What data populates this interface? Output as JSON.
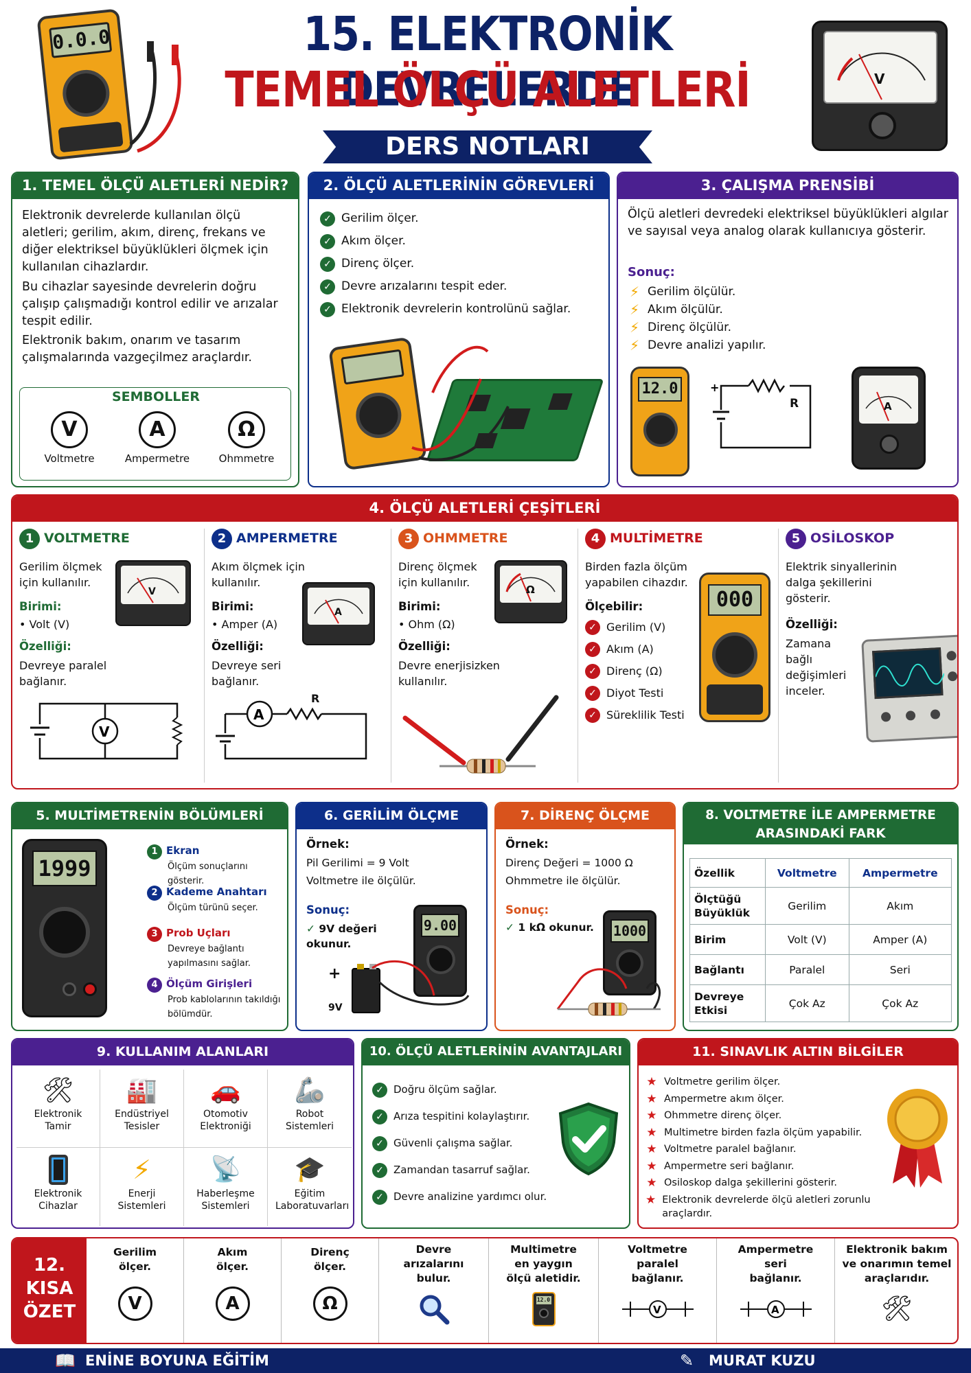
{
  "title": {
    "line1": "15. ELEKTRONİK DEVRELERDE",
    "line2": "TEMEL ÖLÇÜ ALETLERİ",
    "banner": "DERS NOTLARI"
  },
  "s1": {
    "title": "1. TEMEL ÖLÇÜ ALETLERİ NEDİR?",
    "p1": "Elektronik devrelerde kullanılan ölçü aletleri; gerilim, akım, direnç, frekans ve diğer elektriksel büyüklükleri ölçmek için kullanılan cihazlardır.",
    "p2": "Bu cihazlar sayesinde devrelerin doğru çalışıp çalışmadığı kontrol edilir ve arızalar tespit edilir.",
    "p3": "Elektronik bakım, onarım ve tasarım çalışmalarında vazgeçilmez araçlardır.",
    "sym_title": "SEMBOLLER",
    "symbols": [
      {
        "s": "V",
        "label": "Voltmetre"
      },
      {
        "s": "A",
        "label": "Ampermetre"
      },
      {
        "s": "Ω",
        "label": "Ohmmetre"
      }
    ]
  },
  "s2": {
    "title": "2. ÖLÇÜ ALETLERİNİN GÖREVLERİ",
    "items": [
      "Gerilim ölçer.",
      "Akım ölçer.",
      "Direnç ölçer.",
      "Devre arızalarını tespit eder.",
      "Elektronik devrelerin kontrolünü sağlar."
    ]
  },
  "s3": {
    "title": "3. ÇALIŞMA PRENSİBİ",
    "p": "Ölçü aletleri devredeki elektriksel büyüklükleri algılar ve sayısal veya analog olarak kullanıcıya gösterir.",
    "sonuc": "Sonuç:",
    "items": [
      "Gerilim ölçülür.",
      "Akım ölçülür.",
      "Direnç ölçülür.",
      "Devre analizi yapılır."
    ],
    "display": "12.0",
    "r": "R",
    "meter": "A"
  },
  "s4": {
    "title": "4. ÖLÇÜ ALETLERİ ÇEŞİTLERİ",
    "c1": {
      "n": "1",
      "name": "VOLTMETRE",
      "d": "Gerilim ölçmek için kullanılır.",
      "bl": "Birimi:",
      "b": "• Volt (V)",
      "ol": "Özelliği:",
      "o": "Devreye paralel bağlanır.",
      "m": "V"
    },
    "c2": {
      "n": "2",
      "name": "AMPERMETRE",
      "d": "Akım ölçmek için kullanılır.",
      "bl": "Birimi:",
      "b": "• Amper (A)",
      "ol": "Özelliği:",
      "o": "Devreye seri bağlanır.",
      "m": "A",
      "r": "R"
    },
    "c3": {
      "n": "3",
      "name": "OHMMETRE",
      "d": "Direnç ölçmek için kullanılır.",
      "bl": "Birimi:",
      "b": "• Ohm (Ω)",
      "ol": "Özelliği:",
      "o": "Devre enerjisizken kullanılır.",
      "m": "Ω"
    },
    "c4": {
      "n": "4",
      "name": "MULTİMETRE",
      "d": "Birden fazla ölçüm yapabilen cihazdır.",
      "ol": "Ölçebilir:",
      "items": [
        "Gerilim (V)",
        "Akım (A)",
        "Direnç (Ω)",
        "Diyot Testi",
        "Süreklilik Testi"
      ],
      "display": "000"
    },
    "c5": {
      "n": "5",
      "name": "OSİLOSKOP",
      "d": "Elektrik sinyallerinin dalga şekillerini gösterir.",
      "ol": "Özelliği:",
      "o": "Zamana bağlı değişimleri inceler."
    }
  },
  "s5": {
    "title": "5. MULTİMETRENİN BÖLÜMLERİ",
    "display": "1999",
    "parts": [
      {
        "n": "1",
        "t": "Ekran",
        "d": "Ölçüm sonuçlarını gösterir."
      },
      {
        "n": "2",
        "t": "Kademe Anahtarı",
        "d": "Ölçüm türünü seçer."
      },
      {
        "n": "3",
        "t": "Prob Uçları",
        "d": "Devreye bağlantı yapılmasını sağlar."
      },
      {
        "n": "4",
        "t": "Ölçüm Girişleri",
        "d": "Prob kablolarının takıldığı bölümdür."
      }
    ]
  },
  "s6": {
    "title": "6. GERİLİM ÖLÇME",
    "ornek": "Örnek:",
    "l1": "Pil Gerilimi = 9 Volt",
    "l2": "Voltmetre ile ölçülür.",
    "sonuc": "Sonuç:",
    "res": "9V değeri okunur.",
    "display": "9.00",
    "plus": "+",
    "batt": "9V"
  },
  "s7": {
    "title": "7. DİRENÇ ÖLÇME",
    "ornek": "Örnek:",
    "l1": "Direnç Değeri = 1000 Ω",
    "l2": "Ohmmetre ile ölçülür.",
    "sonuc": "Sonuç:",
    "res": "1 kΩ okunur.",
    "display": "1000"
  },
  "s8": {
    "title": "8. VOLTMETRE İLE AMPERMETRE ARASINDAKİ FARK",
    "head": [
      "Özellik",
      "Voltmetre",
      "Ampermetre"
    ],
    "rows": [
      [
        "Ölçtüğü Büyüklük",
        "Gerilim",
        "Akım"
      ],
      [
        "Birim",
        "Volt (V)",
        "Amper (A)"
      ],
      [
        "Bağlantı",
        "Paralel",
        "Seri"
      ],
      [
        "Devreye Etkisi",
        "Çok Az",
        "Çok Az"
      ]
    ]
  },
  "s9": {
    "title": "9. KULLANIM ALANLARI",
    "items": [
      {
        "t": "Elektronik Tamir",
        "i": "wrench-icon"
      },
      {
        "t": "Endüstriyel Tesisler",
        "i": "factory-icon"
      },
      {
        "t": "Otomotiv Elektroniği",
        "i": "car-icon"
      },
      {
        "t": "Robot Sistemleri",
        "i": "robot-arm-icon"
      },
      {
        "t": "Elektronik Cihazlar",
        "i": "tablet-icon"
      },
      {
        "t": "Enerji Sistemleri",
        "i": "lightning-icon"
      },
      {
        "t": "Haberleşme Sistemleri",
        "i": "satellite-dish-icon"
      },
      {
        "t": "Eğitim Laboratuvarları",
        "i": "graduation-cap-icon"
      }
    ]
  },
  "s10": {
    "title": "10. ÖLÇÜ ALETLERİNİN AVANTAJLARI",
    "items": [
      "Doğru ölçüm sağlar.",
      "Arıza tespitini kolaylaştırır.",
      "Güvenli çalışma sağlar.",
      "Zamandan tasarruf sağlar.",
      "Devre analizine yardımcı olur."
    ]
  },
  "s11": {
    "title": "11. SINAVLIK ALTIN BİLGİLER",
    "items": [
      "Voltmetre gerilim ölçer.",
      "Ampermetre akım ölçer.",
      "Ohmmetre direnç ölçer.",
      "Multimetre birden fazla ölçüm yapabilir.",
      "Voltmetre paralel bağlanır.",
      "Ampermetre seri bağlanır.",
      "Osiloskop dalga şekillerini gösterir.",
      "Elektronik devrelerde ölçü aletleri zorunlu araçlardır."
    ]
  },
  "s12": {
    "title1": "12.",
    "title2": "KISA",
    "title3": "ÖZET",
    "cells": [
      {
        "t": "Gerilim ölçer.",
        "s": "V"
      },
      {
        "t": "Akım ölçer.",
        "s": "A"
      },
      {
        "t": "Direnç ölçer.",
        "s": "Ω"
      },
      {
        "t": "Devre arızalarını bulur."
      },
      {
        "t": "Multimetre en yaygın ölçü aletidir.",
        "d": "12.0"
      },
      {
        "t": "Voltmetre paralel bağlanır.",
        "s": "V"
      },
      {
        "t": "Ampermetre seri bağlanır.",
        "s": "A"
      },
      {
        "t": "Elektronik bakım ve onarımın temel araçlarıdır."
      }
    ]
  },
  "footer": {
    "left": "ENİNE BOYUNA EĞİTİM",
    "right": "MURAT KUZU"
  },
  "devices": {
    "top_display": "0.0.0",
    "top_meter": "V"
  }
}
